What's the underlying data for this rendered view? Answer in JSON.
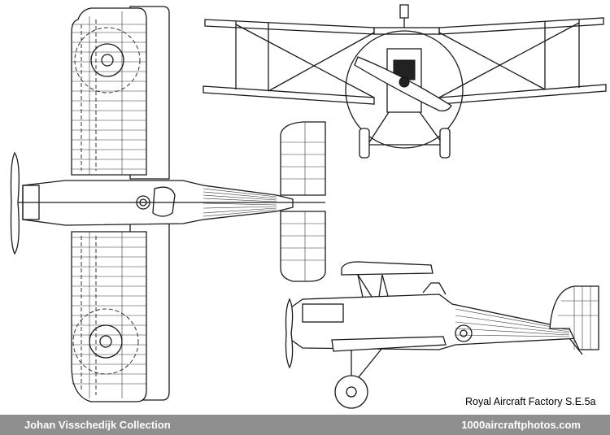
{
  "caption": "Royal Aircraft Factory S.E.5a",
  "footer": {
    "collection": "Johan Visschedijk Collection",
    "site": "1000aircraftphotos.com",
    "background": "#8f8f8f",
    "text_color": "#ffffff"
  },
  "views": [
    "plan-view",
    "front-view",
    "side-view"
  ]
}
